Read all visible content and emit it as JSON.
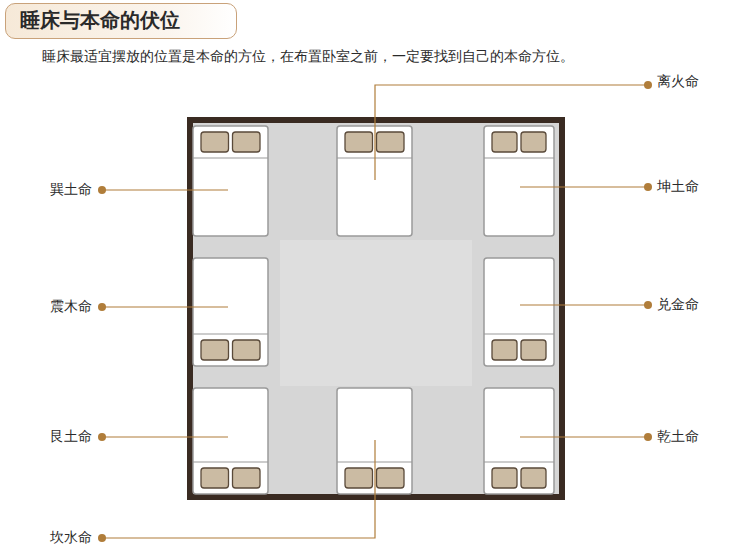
{
  "diagram": {
    "title": "睡床与本命的伏位",
    "caption": "睡床最适宜摆放的位置是本命的方位，在布置卧室之前，一定要找到自己的本命方位。",
    "labels": [
      "离火命",
      "巽土命",
      "坤土命",
      "震木命",
      "兑金命",
      "艮土命",
      "乾土命",
      "坎水命"
    ]
  }
}
